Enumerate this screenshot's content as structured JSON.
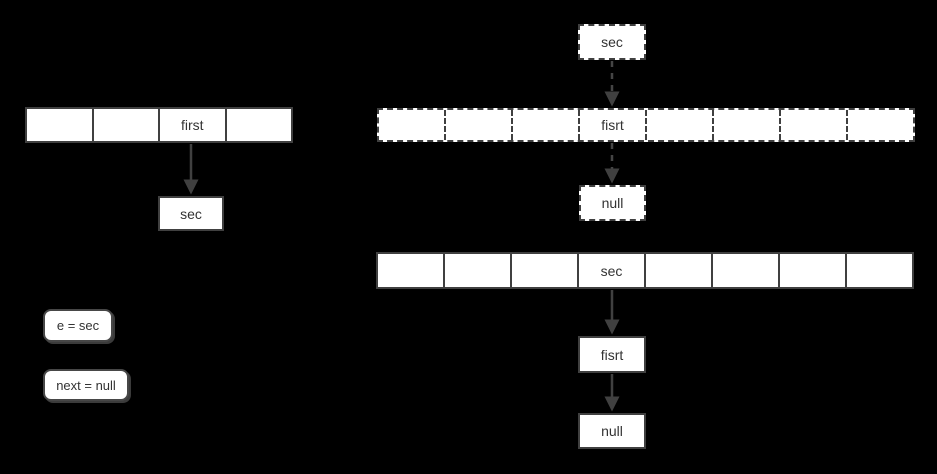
{
  "diagram": {
    "colors": {
      "background": "#000000",
      "shape_fill": "#ffffff",
      "stroke": "#404040",
      "text": "#333333"
    },
    "left_group": {
      "array": {
        "cells": [
          "",
          "",
          "first",
          ""
        ]
      },
      "sec_node": "sec",
      "annotations": {
        "e_sec": "e = sec",
        "next_null": "next = null"
      }
    },
    "right_dashed_group": {
      "sec_node": "sec",
      "array": {
        "cells": [
          "",
          "",
          "",
          "fisrt",
          "",
          "",
          "",
          ""
        ]
      },
      "null_node": "null"
    },
    "right_solid_group": {
      "array": {
        "cells": [
          "",
          "",
          "",
          "sec",
          "",
          "",
          "",
          ""
        ]
      },
      "fisrt_node": "fisrt",
      "null_node": "null"
    }
  }
}
